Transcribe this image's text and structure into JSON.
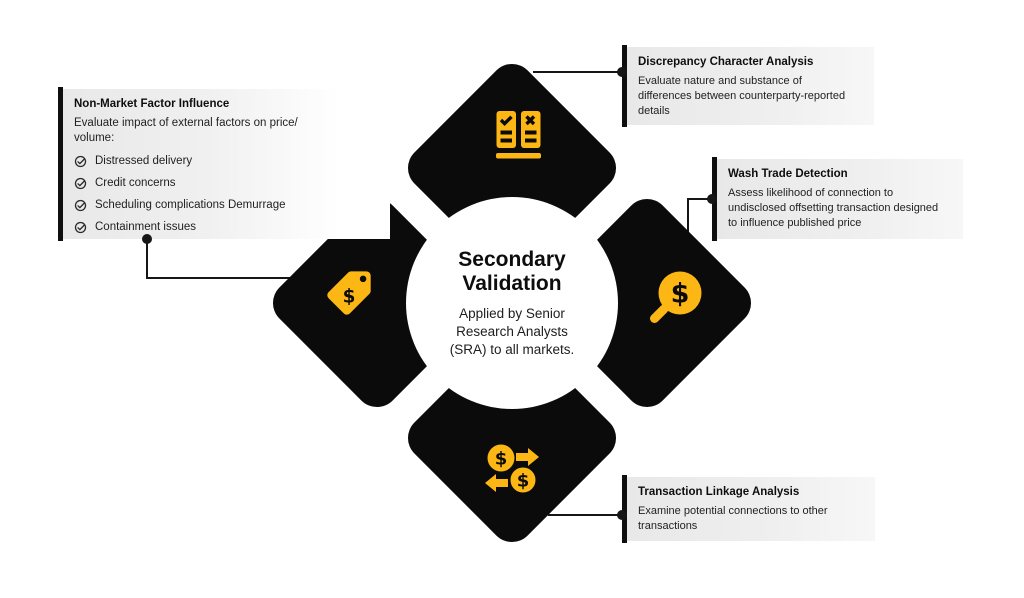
{
  "colors": {
    "background": "#FFFFFF",
    "accent": "#FDB714",
    "diamond": "#0B0B0B",
    "line": "#161616",
    "callout_bar": "#0F0F0F",
    "callout_bg": "#E8E8E8"
  },
  "center": {
    "title": "Secondary Validation",
    "subtitle": "Applied by Senior Research Analysts (SRA) to all markets."
  },
  "callouts": {
    "non_market": {
      "title": "Non-Market Factor Influence",
      "body_lines": [
        "Evaluate impact of external factors on price/",
        "volume:"
      ],
      "items": [
        "Distressed delivery",
        "Credit concerns",
        "Scheduling complications Demurrage",
        "Containment issues"
      ]
    },
    "discrepancy": {
      "title": "Discrepancy Character Analysis",
      "body": "Evaluate nature and substance of differences between counterparty-reported details"
    },
    "wash": {
      "title": "Wash Trade Detection",
      "body": "Assess likelihood of connection to undisclosed offsetting transaction designed to influence published price"
    },
    "linkage": {
      "title": "Transaction Linkage Analysis",
      "body": "Examine potential connections to other transactions"
    }
  },
  "icons": {
    "dollar_glyph": "$",
    "top": "checklist-compare",
    "left": "price-tag",
    "right": "search-dollar",
    "bottom": "currency-exchange"
  }
}
